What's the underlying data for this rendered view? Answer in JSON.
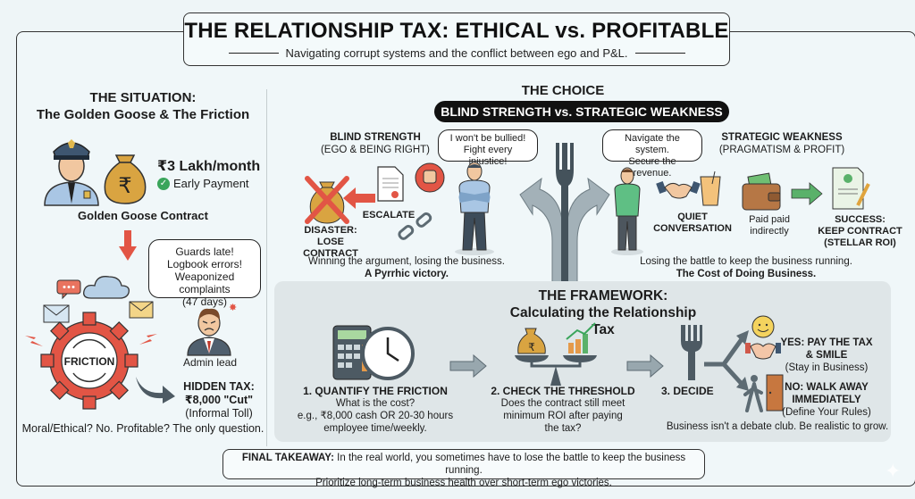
{
  "header": {
    "title": "THE RELATIONSHIP TAX: ETHICAL vs. PROFITABLE",
    "subtitle": "Navigating corrupt systems and the conflict between ego and P&L."
  },
  "situation": {
    "title_line1": "THE SITUATION:",
    "title_line2": "The Golden Goose & The Friction",
    "amount": "₹3 Lakh/month",
    "payment_status": "Early Payment",
    "contract_label": "Golden Goose Contract",
    "admin_bubble": [
      "Guards late!",
      "Logbook errors!",
      "Weaponized complaints",
      "(47 days)"
    ],
    "friction_label": "FRICTION",
    "admin_label": "Admin lead",
    "hidden_tax": [
      "HIDDEN TAX:",
      "₹8,000 \"Cut\"",
      "(Informal Toll)"
    ],
    "question": "Moral/Ethical? No. Profitable? The only question."
  },
  "choice": {
    "title": "THE CHOICE",
    "pill": "BLIND STRENGTH vs. STRATEGIC WEAKNESS",
    "blind": {
      "heading": "BLIND STRENGTH",
      "subheading": "(EGO & BEING RIGHT)",
      "bubble": [
        "I won't be bullied!",
        "Fight every injustice!"
      ],
      "escalate": "ESCALATE",
      "disaster": [
        "DISASTER:",
        "LOSE CONTRACT"
      ],
      "summary": "Winning the argument, losing the business.",
      "summary_bold": "A Pyrrhic victory."
    },
    "strategic": {
      "heading": "STRATEGIC WEAKNESS",
      "subheading": "(PRAGMATISM & PROFIT)",
      "bubble": [
        "Navigate the system.",
        "Secure the revenue."
      ],
      "quiet": [
        "QUIET",
        "CONVERSATION"
      ],
      "paid": [
        "Paid paid",
        "indirectly"
      ],
      "success": [
        "SUCCESS:",
        "KEEP CONTRACT",
        "(STELLAR ROI)"
      ],
      "summary": "Losing the battle to keep the business running.",
      "summary_bold": "The Cost of Doing Business."
    }
  },
  "framework": {
    "title_line1": "THE FRAMEWORK:",
    "title_line2": "Calculating the Relationship Tax",
    "steps": [
      {
        "heading": "1. QUANTIFY THE FRICTION",
        "lines": [
          "What is the cost?",
          "e.g., ₹8,000 cash OR 20-30 hours",
          "employee time/weekly."
        ]
      },
      {
        "heading": "2. CHECK THE THRESHOLD",
        "lines": [
          "Does the contract still meet",
          "minimum ROI after paying",
          "the tax?"
        ]
      },
      {
        "heading": "3. DECIDE",
        "lines": []
      }
    ],
    "yes": [
      "YES: PAY THE TAX",
      "& SMILE",
      "(Stay in Business)"
    ],
    "no": [
      "NO: WALK AWAY",
      "IMMEDIATELY",
      "(Define Your Rules)"
    ],
    "footer": "Business isn't a debate club. Be realistic to grow."
  },
  "takeaway": {
    "label": "FINAL TAKEAWAY:",
    "line1": " In the real world, you sometimes have to lose the battle to keep the business running.",
    "line2": "Prioritize long-term business health over short-term ego victories."
  },
  "colors": {
    "accent_red": "#e25545",
    "dark": "#111111",
    "green": "#3aa55b",
    "gold": "#d9a441",
    "slate": "#5d6b73",
    "framework_bg": "#dfe6e8"
  }
}
